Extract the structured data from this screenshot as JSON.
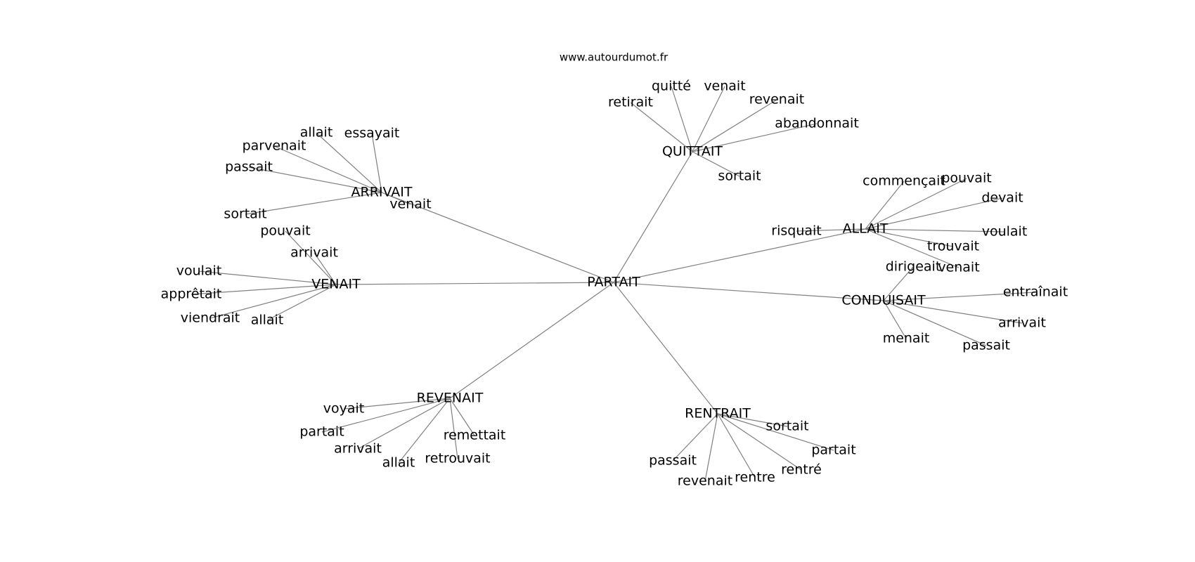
{
  "site": "www.autourdumot.fr",
  "center": "PARTAIT",
  "clusters": [
    {
      "word": "QUITTAIT",
      "related": [
        "retirait",
        "quitté",
        "venait",
        "revenait",
        "abandonnait",
        "sortait"
      ]
    },
    {
      "word": "ARRIVAIT",
      "related": [
        "allait",
        "essayait",
        "parvenait",
        "passait",
        "sortait",
        "venait"
      ]
    },
    {
      "word": "ALLAIT",
      "related": [
        "commençait",
        "pouvait",
        "devait",
        "voulait",
        "risquait",
        "trouvait",
        "venait"
      ]
    },
    {
      "word": "VENAIT",
      "related": [
        "pouvait",
        "arrivait",
        "voulait",
        "apprêtait",
        "viendrait",
        "allait"
      ]
    },
    {
      "word": "CONDUISAIT",
      "related": [
        "dirigeait",
        "entraînait",
        "arrivait",
        "menait",
        "passait"
      ]
    },
    {
      "word": "REVENAIT",
      "related": [
        "voyait",
        "partait",
        "arrivait",
        "allait",
        "retrouvait",
        "remettait"
      ]
    },
    {
      "word": "RENTRAIT",
      "related": [
        "sortait",
        "partait",
        "rentré",
        "rentre",
        "revenait",
        "passait"
      ]
    }
  ]
}
